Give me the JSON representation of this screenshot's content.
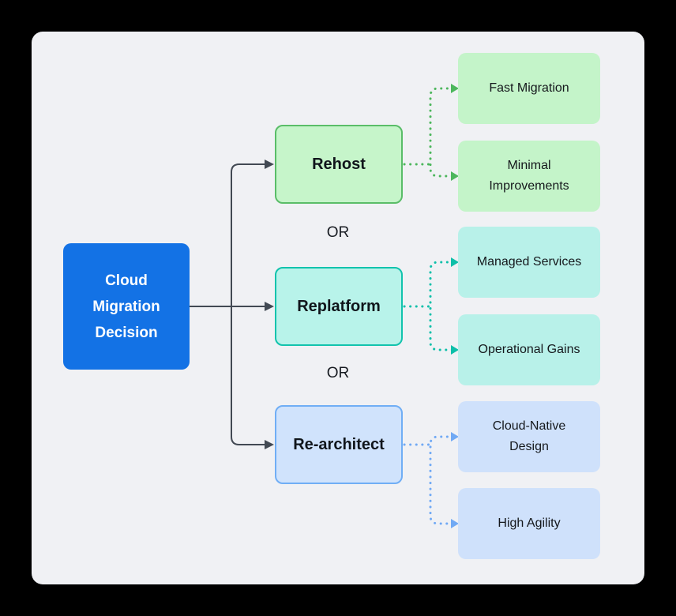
{
  "root": {
    "label": "Cloud Migration Decision"
  },
  "or_labels": [
    "OR",
    "OR"
  ],
  "branches": [
    {
      "label": "Rehost",
      "children": [
        {
          "label": "Fast Migration"
        },
        {
          "label": "Minimal Improvements"
        }
      ]
    },
    {
      "label": "Replatform",
      "children": [
        {
          "label": "Managed Services"
        },
        {
          "label": "Operational Gains"
        }
      ]
    },
    {
      "label": "Re-architect",
      "children": [
        {
          "label": "Cloud-Native Design"
        },
        {
          "label": "High Agility"
        }
      ]
    }
  ],
  "colors": {
    "page_bg": "#000000",
    "canvas_bg": "#f0f1f4",
    "connector": "#424953",
    "root_fill": "#1372e5",
    "root_text": "#ffffff",
    "rehost_fill": "#c6f5ca",
    "rehost_border": "#5abd68",
    "rehost_line": "#4cb65c",
    "rehost_leaf_fill": "#c4f4c9",
    "replatform_fill": "#b8f3ea",
    "replatform_border": "#12c3ad",
    "replatform_line": "#0dbfa9",
    "replatform_leaf_fill": "#b8f1e9",
    "rearchitect_fill": "#d0e3fc",
    "rearchitect_border": "#70aef5",
    "rearchitect_line": "#70a9f4",
    "rearchitect_leaf_fill": "#cfe1fb"
  }
}
